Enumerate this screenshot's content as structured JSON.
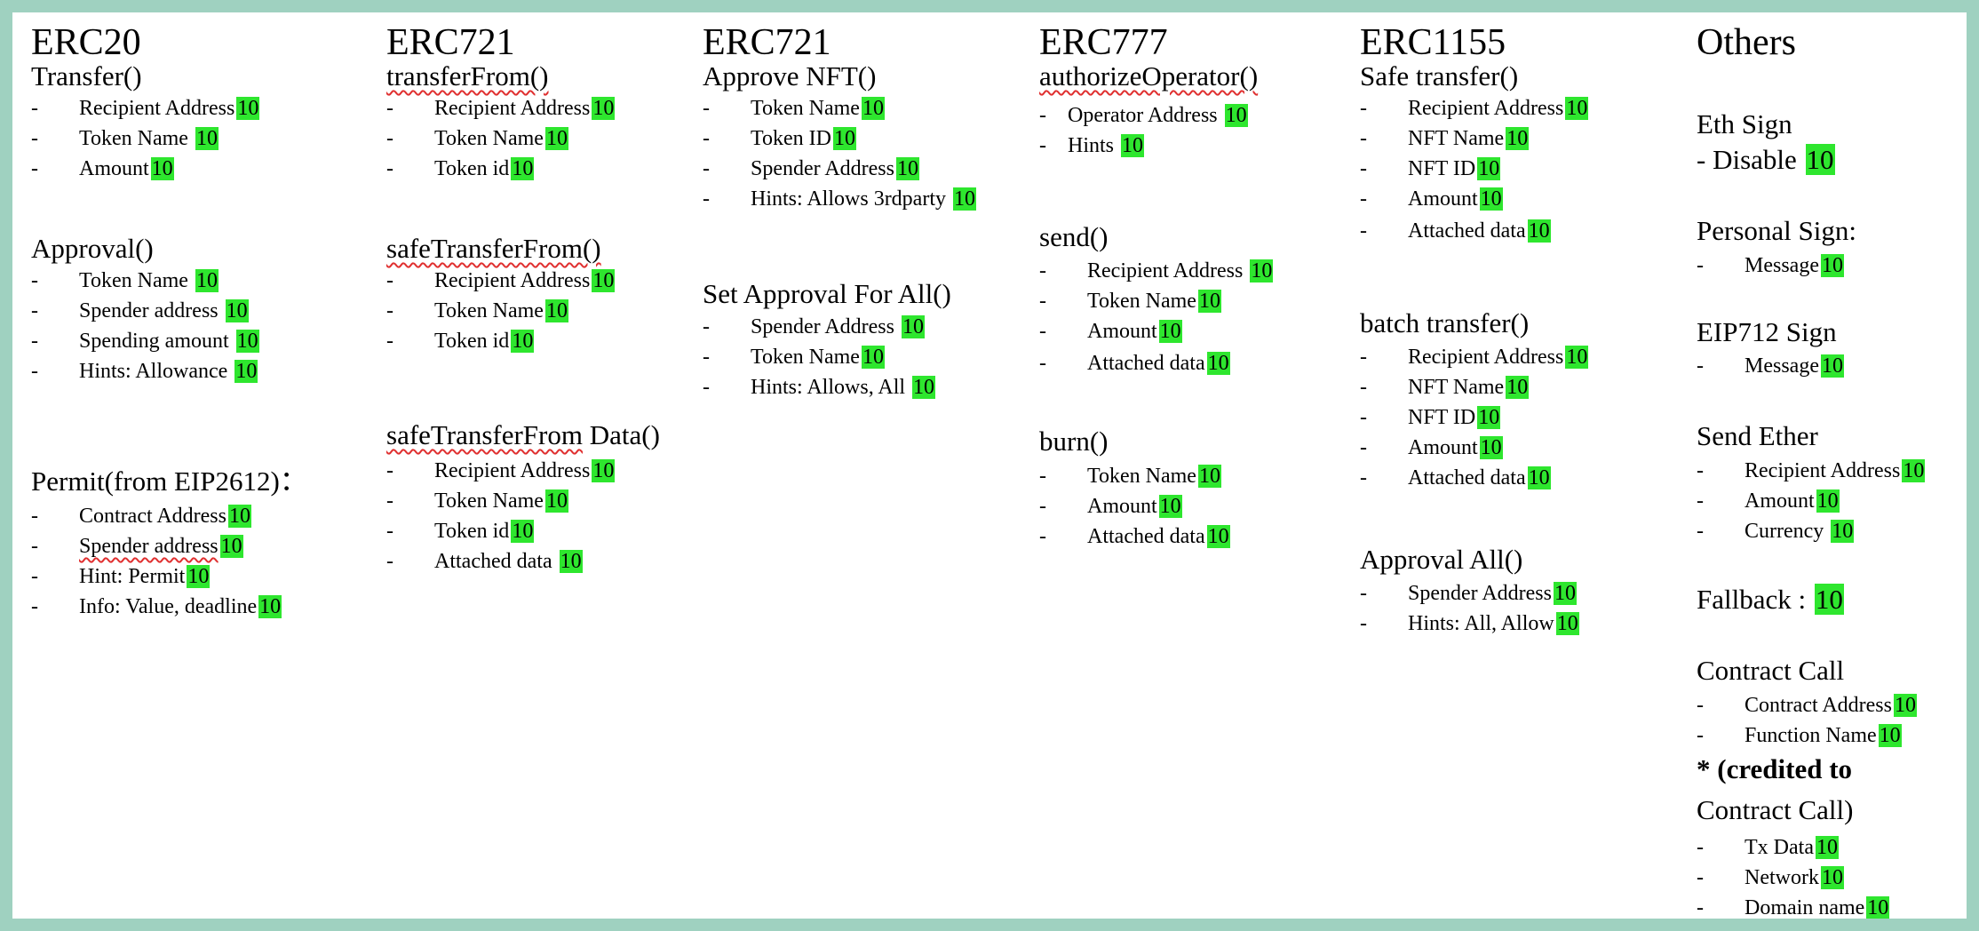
{
  "colors": {
    "border": "#9fd1c0",
    "score_highlight": "#2ee62e",
    "spell_underline": "#e03030"
  },
  "columns": [
    {
      "title": "ERC20",
      "sections": [
        {
          "title": "Transfer()",
          "items": [
            {
              "dash": "-",
              "label": "Recipient Address",
              "score": "10"
            },
            {
              "dash": "-",
              "label": "Token Name ",
              "score": "10"
            },
            {
              "dash": "-",
              "label": "Amount",
              "score": "10"
            }
          ]
        },
        {
          "title": "Approval()",
          "items": [
            {
              "dash": "-",
              "label": "Token Name ",
              "score": "10"
            },
            {
              "dash": "-",
              "label": "Spender address ",
              "score": "10"
            },
            {
              "dash": "-",
              "label": "Spending amount ",
              "score": "10"
            },
            {
              "dash": "-",
              "label": "Hints: Allowance ",
              "score": "10"
            }
          ]
        },
        {
          "title": "Permit(from EIP2612)：",
          "items": [
            {
              "dash": "-",
              "label": "Contract Address",
              "score": "10"
            },
            {
              "dash": "-",
              "label": "Spender address",
              "score": "10"
            },
            {
              "dash": "-",
              "label": "Hint: Permit",
              "score": "10"
            },
            {
              "dash": "-",
              "label": "Info: Value, deadline",
              "score": "10"
            }
          ]
        }
      ]
    },
    {
      "title": "ERC721",
      "sections": [
        {
          "title": "transferFrom()",
          "items": [
            {
              "dash": "-",
              "label": "Recipient Address",
              "score": "10"
            },
            {
              "dash": "-",
              "label": "Token Name",
              "score": "10"
            },
            {
              "dash": "-",
              "label": "Token id",
              "score": "10"
            }
          ]
        },
        {
          "title": "safeTransferFrom()",
          "items": [
            {
              "dash": "-",
              "label": "Recipient Address",
              "score": "10"
            },
            {
              "dash": "-",
              "label": "Token Name",
              "score": "10"
            },
            {
              "dash": "-",
              "label": "Token id",
              "score": "10"
            }
          ]
        },
        {
          "title_word": "safeTransferFrom",
          "title_rest": " Data()",
          "items": [
            {
              "dash": "-",
              "label": "Recipient Address",
              "score": "10"
            },
            {
              "dash": "-",
              "label": "Token Name",
              "score": "10"
            },
            {
              "dash": "-",
              "label": "Token id",
              "score": "10"
            },
            {
              "dash": "-",
              "label": "Attached data ",
              "score": "10"
            }
          ]
        }
      ]
    },
    {
      "title": "ERC721",
      "sections": [
        {
          "title": "Approve NFT()",
          "items": [
            {
              "dash": "-",
              "label": "Token Name",
              "score": "10"
            },
            {
              "dash": "-",
              "label": "Token ID",
              "score": "10"
            },
            {
              "dash": "-",
              "label": "Spender Address",
              "score": "10"
            },
            {
              "dash": "-",
              "label": "Hints: Allows 3rdparty ",
              "score": "10"
            }
          ]
        },
        {
          "title": "Set Approval For All()",
          "items": [
            {
              "dash": "-",
              "label": "Spender Address ",
              "score": "10"
            },
            {
              "dash": "-",
              "label": "Token Name",
              "score": "10"
            },
            {
              "dash": "-",
              "label": "Hints: Allows, All ",
              "score": "10"
            }
          ]
        }
      ]
    },
    {
      "title": "ERC777",
      "sections": [
        {
          "title": "authorizeOperator()",
          "items": [
            {
              "dash": "-",
              "label": "Operator Address ",
              "score": "10"
            },
            {
              "dash": "-",
              "label": "Hints ",
              "score": "10"
            }
          ]
        },
        {
          "title": "send()",
          "items": [
            {
              "dash": "-",
              "label": "Recipient Address ",
              "score": "10"
            },
            {
              "dash": "-",
              "label": "Token Name",
              "score": "10"
            },
            {
              "dash": "-",
              "label": "Amount",
              "score": "10"
            },
            {
              "dash": "-",
              "label": "Attached data",
              "score": "10"
            }
          ]
        },
        {
          "title": "burn()",
          "items": [
            {
              "dash": "-",
              "label": "Token Name",
              "score": "10"
            },
            {
              "dash": "-",
              "label": "Amount",
              "score": "10"
            },
            {
              "dash": "-",
              "label": "Attached data",
              "score": "10"
            }
          ]
        }
      ]
    },
    {
      "title": "ERC1155",
      "sections": [
        {
          "title": "Safe transfer()",
          "items": [
            {
              "dash": "-",
              "label": "Recipient Address",
              "score": "10"
            },
            {
              "dash": "-",
              "label": "NFT Name",
              "score": "10"
            },
            {
              "dash": "-",
              "label": "NFT ID",
              "score": "10"
            },
            {
              "dash": "-",
              "label": "Amount",
              "score": "10"
            },
            {
              "dash": "-",
              "label": "Attached data",
              "score": "10"
            }
          ]
        },
        {
          "title": "batch transfer()",
          "items": [
            {
              "dash": "-",
              "label": "Recipient Address",
              "score": "10"
            },
            {
              "dash": "-",
              "label": "NFT Name",
              "score": "10"
            },
            {
              "dash": "-",
              "label": "NFT ID",
              "score": "10"
            },
            {
              "dash": "-",
              "label": "Amount",
              "score": "10"
            },
            {
              "dash": "-",
              "label": "Attached data",
              "score": "10"
            }
          ]
        },
        {
          "title": "Approval All()",
          "items": [
            {
              "dash": "-",
              "label": "Spender Address",
              "score": "10"
            },
            {
              "dash": "-",
              "label": "Hints: All, Allow",
              "score": "10"
            }
          ]
        }
      ]
    },
    {
      "title": "Others",
      "sections": [
        {
          "title": "Eth Sign",
          "items": [
            {
              "inline": "- Disable ",
              "score": "10"
            }
          ]
        },
        {
          "title": "Personal Sign:",
          "items": [
            {
              "dash": "-",
              "label": "Message",
              "score": "10"
            }
          ]
        },
        {
          "title": "EIP712 Sign",
          "items": [
            {
              "dash": "-",
              "label": "Message",
              "score": "10"
            }
          ]
        },
        {
          "title": "Send Ether",
          "items": [
            {
              "dash": "-",
              "label": "Recipient Address",
              "score": "10"
            },
            {
              "dash": "-",
              "label": "Amount",
              "score": "10"
            },
            {
              "dash": "-",
              "label": "Currency ",
              "score": "10"
            }
          ]
        },
        {
          "title": "Fallback : ",
          "score": "10",
          "items": []
        },
        {
          "title": "Contract Call",
          "items": [
            {
              "dash": "-",
              "label": "Contract Address",
              "score": "10"
            },
            {
              "dash": "-",
              "label": "Function Name",
              "score": "10"
            }
          ]
        },
        {
          "title_line1": "* (credited to",
          "title_line2": "Contract Call)",
          "items": [
            {
              "dash": "-",
              "label": "Tx Data",
              "score": "10"
            },
            {
              "dash": "-",
              "label": "Network",
              "score": "10"
            },
            {
              "dash": "-",
              "label": "Domain name",
              "score": "10"
            }
          ]
        }
      ]
    }
  ]
}
